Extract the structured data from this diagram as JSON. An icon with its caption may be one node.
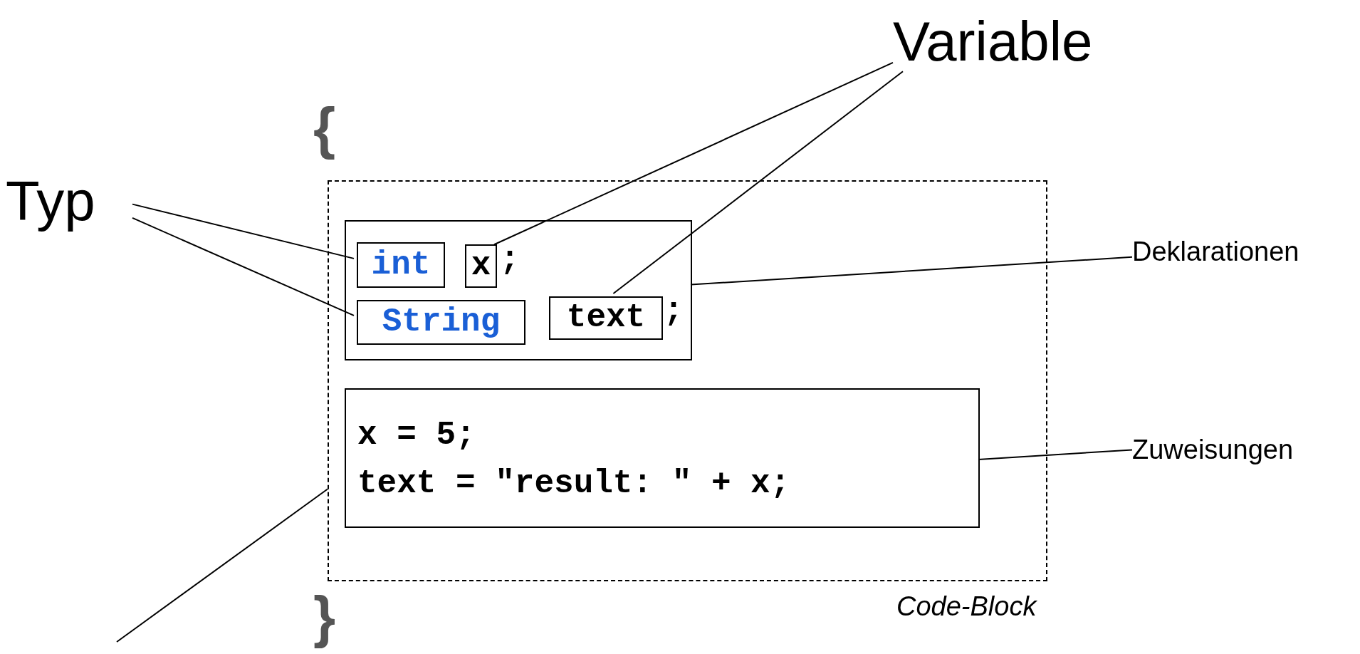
{
  "diagram": {
    "nodes": [
      {
        "text": [
          "Variable"
        ]
      },
      {
        "text": [
          "Typ"
        ]
      },
      {
        "text": [
          "Code-Block"
        ]
      },
      {
        "text": [
          ";",
          ";"
        ],
        "in": 2
      },
      {
        "text": [
          "int"
        ],
        "in": 3
      },
      {
        "text": [
          "x"
        ],
        "in": 3
      },
      {
        "text": [
          "String"
        ],
        "in": 3
      },
      {
        "text": [
          "text"
        ],
        "in": 3
      },
      {
        "text": [
          "Deklarationen"
        ]
      },
      {
        "text": [
          "x = 5;",
          "text = \"result: \" + x;"
        ],
        "in": 2
      },
      {
        "text": [
          "Zuweisungen"
        ]
      }
    ],
    "edges": [
      {
        "from": 1,
        "to": 4,
        "arrow": "none"
      },
      {
        "from": 1,
        "to": 6,
        "arrow": "none"
      },
      {
        "from": 0,
        "to": 5,
        "arrow": "none"
      },
      {
        "from": 0,
        "to": 7,
        "arrow": "none"
      },
      {
        "from": 8,
        "to": 3,
        "arrow": "none"
      },
      {
        "from": 10,
        "to": 9,
        "arrow": "none"
      },
      {
        "from": null,
        "to": 2,
        "arrow": "none"
      }
    ],
    "labels": [
      "{",
      "}"
    ]
  }
}
